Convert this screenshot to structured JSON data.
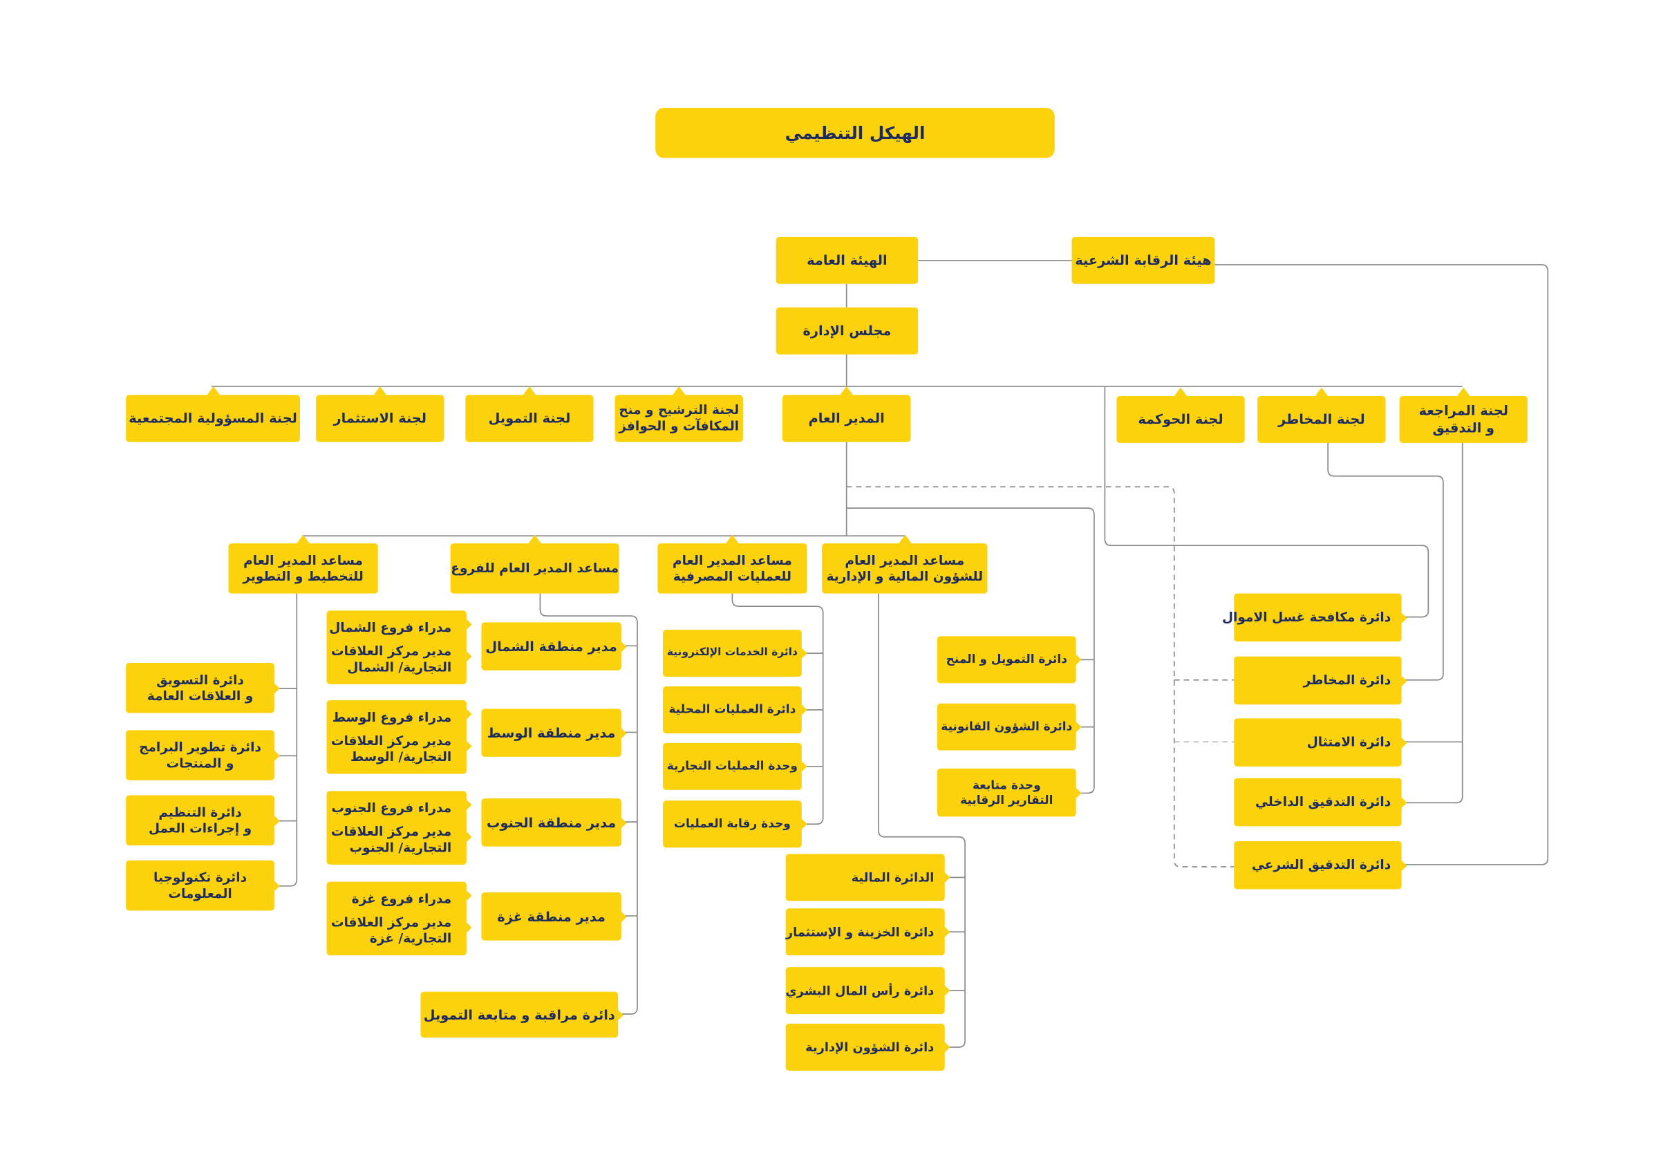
{
  "colors": {
    "box_fill": "#FCD20D",
    "text": "#1E2B5E",
    "line": "#8A8A8A",
    "background": "#FFFFFF"
  },
  "title": "الهيكل التنظيمي",
  "top": {
    "general_assembly": "الهيئة العامة",
    "sharia_board": "هيئة الرقابة الشرعية",
    "board_of_directors": "مجلس الإدارة"
  },
  "committees": {
    "social_responsibility": [
      "لجنة المسؤولية المجتمعية"
    ],
    "investment": [
      "لجنة الاستثمار"
    ],
    "financing": [
      "لجنة التمويل"
    ],
    "nomination": [
      "لجنة الترشيح و منح",
      "المكافآت و الحوافز"
    ],
    "governance": [
      "لجنة الحوكمة"
    ],
    "risk": [
      "لجنة المخاطر"
    ],
    "audit": [
      "لجنة المراجعة",
      "و التدقيق"
    ]
  },
  "general_manager": "المدير العام",
  "assistants": {
    "planning": [
      "مساعد المدير العام",
      "للتخطيط و التطوير"
    ],
    "branches": [
      "مساعد المدير العام للفروع"
    ],
    "operations": [
      "مساعد المدير العام",
      "للعمليات المصرفية"
    ],
    "finance_admin": [
      "مساعد المدير العام",
      "للشؤون المالية و الإدارية"
    ]
  },
  "planning_departments": [
    [
      "دائرة التسويق",
      "و العلاقات العامة"
    ],
    [
      "دائرة تطوير البرامج",
      "و المنتجات"
    ],
    [
      "دائرة التنظيم",
      "و إجراءات العمل"
    ],
    [
      "دائرة تكنولوجيا",
      "المعلومات"
    ]
  ],
  "branch_groups": [
    {
      "branches": "مدراء فروع الشمال",
      "center": [
        "مدير مركز العلاقات",
        "التجارية/ الشمال"
      ]
    },
    {
      "branches": "مدراء فروع الوسط",
      "center": [
        "مدير مركز العلاقات",
        "التجارية/ الوسط"
      ]
    },
    {
      "branches": "مدراء فروع الجنوب",
      "center": [
        "مدير مركز العلاقات",
        "التجارية/ الجنوب"
      ]
    },
    {
      "branches": "مدراء فروع غزة",
      "center": [
        "مدير مركز العلاقات",
        "التجارية/ غزة"
      ]
    }
  ],
  "region_managers": [
    "مدير منطقة الشمال",
    "مدير منطقة الوسط",
    "مدير منطقة الجنوب",
    "مدير منطقة غزة"
  ],
  "financing_monitoring": "دائرة مراقبة و متابعة التمويل",
  "operations_units": [
    "دائرة الخدمات الإلكترونية",
    "دائرة العمليات المحلية",
    "وحدة العمليات التجارية",
    "وحدة رقابة العمليات"
  ],
  "finance_units": [
    [
      "دائرة التمويل و المنح"
    ],
    [
      "دائرة الشؤون القانونية"
    ],
    [
      "وحدة متابعة",
      "التقارير الرقابية"
    ]
  ],
  "admin_units": [
    "الدائرة المالية",
    "دائرة الخزينة و الإستثمار",
    "دائرة رأس المال البشري",
    "دائرة الشؤون الإدارية"
  ],
  "control_units": [
    "دائرة مكافحة غسل الاموال",
    "دائرة المخاطر",
    "دائرة الامتثال",
    "دائرة التدقيق الداخلي",
    "دائرة التدقيق الشرعي"
  ]
}
